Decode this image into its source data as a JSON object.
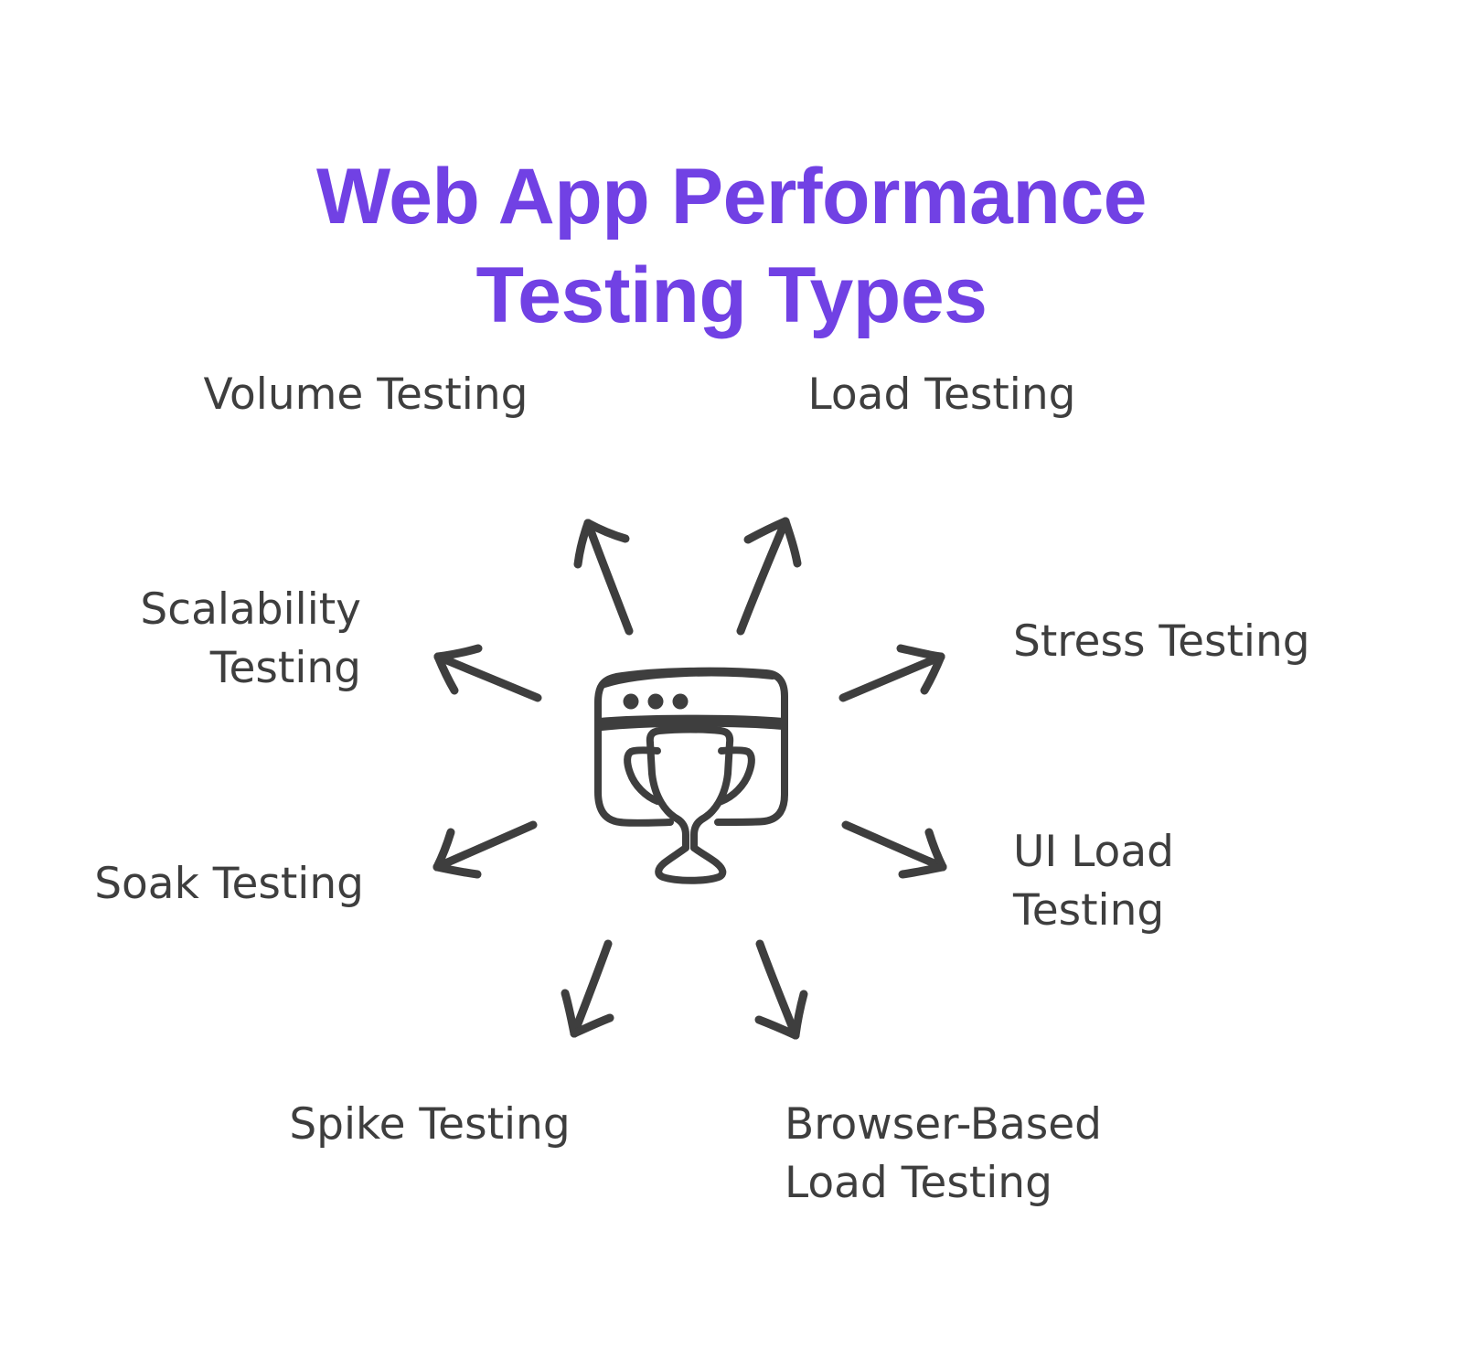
{
  "page": {
    "background_color": "#ffffff",
    "title_color": "#7141E4",
    "label_color": "#3E3E3E",
    "line_color": "#3E3E3E"
  },
  "header": {
    "title": "Web App Performance\nTesting Types",
    "title_line_1": "Web App Performance",
    "title_line_2": "Testing Types"
  },
  "center": {
    "icon_name": "browser-window-with-trophy-icon",
    "alt": "Browser window containing a trophy"
  },
  "diagram": {
    "type": "hub-and-spoke",
    "hub_label": "Web App Performance Testing",
    "spokes": [
      {
        "id": "volume",
        "label": "Volume Testing",
        "direction": "up-left",
        "arrow": "arrow-up-left-icon"
      },
      {
        "id": "load",
        "label": "Load Testing",
        "direction": "up-right",
        "arrow": "arrow-up-right-icon"
      },
      {
        "id": "scalability",
        "label": "Scalability\nTesting",
        "direction": "left-up",
        "arrow": "arrow-left-up-icon"
      },
      {
        "id": "stress",
        "label": "Stress Testing",
        "direction": "right-up",
        "arrow": "arrow-right-up-icon"
      },
      {
        "id": "soak",
        "label": "Soak Testing",
        "direction": "left-down",
        "arrow": "arrow-left-down-icon"
      },
      {
        "id": "uiload",
        "label": "UI Load\nTesting",
        "direction": "right-down",
        "arrow": "arrow-right-down-icon"
      },
      {
        "id": "spike",
        "label": "Spike Testing",
        "direction": "down-left",
        "arrow": "arrow-down-left-icon"
      },
      {
        "id": "browser",
        "label": "Browser-Based\nLoad Testing",
        "direction": "down-right",
        "arrow": "arrow-down-right-icon"
      }
    ]
  }
}
